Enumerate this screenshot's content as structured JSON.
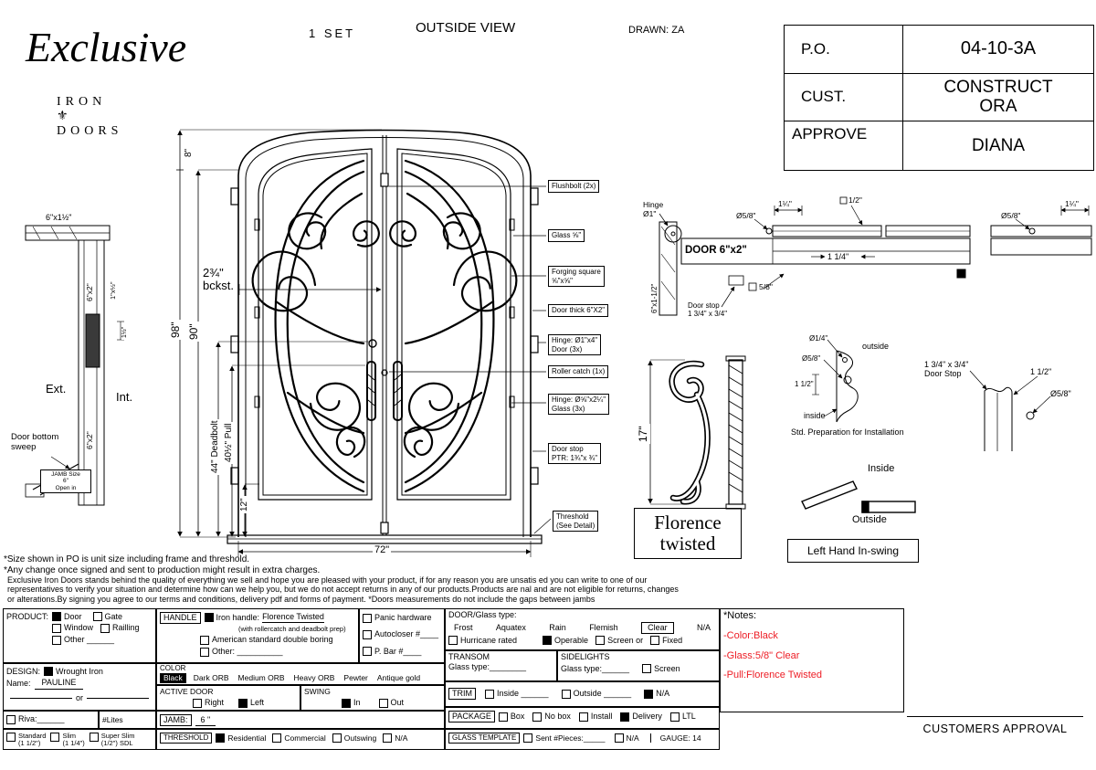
{
  "colors": {
    "ink": "#000000",
    "notes_red": "#ed1c24"
  },
  "header": {
    "logo_script": "Exclusive",
    "logo_iron": "IRON",
    "logo_ornament": "⚜",
    "logo_doors": "DOORS",
    "set": "1  SET",
    "view": "OUTSIDE VIEW",
    "drawn": "DRAWN: ZA"
  },
  "po_table": {
    "rows": [
      {
        "label": "P.O.",
        "value": "04-10-3A"
      },
      {
        "label": "CUST.",
        "value": "CONSTRUCTORA"
      },
      {
        "label": "APPROVE",
        "value": "DIANA"
      }
    ]
  },
  "door": {
    "dim_8": "8\"",
    "dim_98": "98\"",
    "dim_90": "90\"",
    "dim_backset": "2¾\"\nbckst.",
    "dim_deadbolt": "44\" Deadbolt",
    "dim_pull": "40½\" Pull",
    "dim_12": "12\"",
    "dim_72": "72\"",
    "callouts": [
      {
        "text": "Flushbolt (2x)"
      },
      {
        "text": "Glass ⅝\""
      },
      {
        "text": "Forging square\n⅝\"x⅝\""
      },
      {
        "text": "Door thick 6\"X2\""
      },
      {
        "text": "Hinge: Ø1\"x4\"\nDoor (3x)"
      },
      {
        "text": "Roller catch (1x)"
      },
      {
        "text": "Hinge: Ø⅝\"x2¼\"\nGlass (3x)"
      },
      {
        "text": "Door stop\nPTR: 1¾\"x ¾\""
      },
      {
        "text": "Threshold\n(See Detail)"
      }
    ]
  },
  "side_view": {
    "top_label": "6\"x1½\"",
    "jamb_label_upper": "6\"x2\"",
    "jamb_label_lower": "6\"x2\"",
    "small_label": "1\"x½\"",
    "small_dim": "1½\"",
    "ext": "Ext.",
    "int": "Int.",
    "sweep": "Door bottom\nsweep",
    "jamb_size": "JAMB Size\n6\"\nOpen in"
  },
  "head_detail": {
    "hinge": "Hinge\nØ1\"",
    "door_size": "DOOR 6\"x2\"",
    "jamb_vertical": "6\"x1-1/2\"",
    "door_stop": "Door stop\n1 3/4\" x 3/4\"",
    "dia_58_left": "Ø5/8\"",
    "dim_114_left": "1¼\"",
    "sq_12": "1/2\"",
    "dim_114_center": "1 1/4\"",
    "sq_58": "5/8\"",
    "dia_58_right": "Ø5/8\"",
    "dim_114_right": "1¼\""
  },
  "handle": {
    "dim_17": "17\"",
    "name_line1": "Florence",
    "name_line2": "twisted"
  },
  "prep": {
    "dia_14": "Ø1/4\"",
    "outside": "outside",
    "dia_58": "Ø5/8\"",
    "dim_112": "1 1/2\"",
    "inside": "inside",
    "caption": "Std. Preparation for Installation"
  },
  "stop_detail": {
    "title": "1 3/4\" x 3/4\"\nDoor Stop",
    "dim_112": "1 1/2\"",
    "dia_58": "Ø5/8\""
  },
  "swing_diagram": {
    "inside": "Inside",
    "outside": "Outside",
    "label": "Left Hand In-swing"
  },
  "disclaimer": {
    "line1": "*Size shown in PO is unit size including frame and threshold.",
    "line2": "*Any change once signed and sent to production might result in extra charges.",
    "line3": "Exclusive Iron Doors stands behind the quality of everything we sell and hope you are pleased with your product, if for any reason you are unsatis ed you can write to one of our",
    "line4": "representatives to verify your situation and determine how can we help you, but we do not accept returns in any of our products.Products are  nal and are not eligible for returns, changes",
    "line5": "or alterations.By signing you agree to our terms and conditions, delivery pdf and forms of payment. *Doors measurements do not include the gaps between jambs"
  },
  "form": {
    "product": {
      "label": "PRODUCT:",
      "options": [
        {
          "label": "Door",
          "checked": true
        },
        {
          "label": "Gate",
          "checked": false
        },
        {
          "label": "Window",
          "checked": false
        },
        {
          "label": "Railling",
          "checked": false
        },
        {
          "label": "Other ______",
          "checked": false
        }
      ]
    },
    "handle": {
      "label": "HANDLE",
      "iron_checked": true,
      "iron_label": "Iron handle:",
      "iron_value": "Florence Twisted",
      "iron_sub": "(with rollercatch and deadbolt prep)",
      "american": {
        "label": "American standard double boring",
        "checked": false
      },
      "other": {
        "label": "Other: __________",
        "checked": false
      }
    },
    "hardware": [
      {
        "label": "Panic hardware",
        "checked": false
      },
      {
        "label": "Autocloser #____",
        "checked": false
      },
      {
        "label": "P. Bar #____",
        "checked": false
      }
    ],
    "glass": {
      "label": "DOOR/Glass type:",
      "types": [
        "Frost",
        "Aquatex",
        "Rain",
        "Flemish",
        "Clear",
        "N/A"
      ],
      "hurricane": {
        "label": "Hurricane rated",
        "checked": false
      },
      "operable": {
        "label": "Operable",
        "checked": true
      },
      "screen_or": {
        "label": "Screen or",
        "checked": false
      },
      "fixed": {
        "label": "Fixed",
        "checked": false
      }
    },
    "design": {
      "label": "DESIGN:",
      "wrought": {
        "label": "Wrought Iron",
        "checked": true
      },
      "name_label": "Name:",
      "name_value": "PAULINE",
      "or": "or",
      "riva": {
        "label": "Riva:______",
        "checked": false
      },
      "lites": "#Lites"
    },
    "color": {
      "label": "COLOR",
      "selected": "Black",
      "options": [
        "Dark ORB",
        "Medium ORB",
        "Heavy ORB",
        "Pewter",
        "Antique gold"
      ]
    },
    "active_door": {
      "label": "ACTIVE DOOR",
      "right": {
        "label": "Right",
        "checked": false
      },
      "left": {
        "label": "Left",
        "checked": true
      }
    },
    "swing": {
      "label": "SWING",
      "in": {
        "label": "In",
        "checked": true
      },
      "out": {
        "label": "Out",
        "checked": false
      }
    },
    "transom": {
      "label": "TRANSOM",
      "glass_type": "Glass type:________"
    },
    "sidelights": {
      "label": "SIDELIGHTS",
      "glass_type": "Glass type:______",
      "screen": {
        "label": "Screen",
        "checked": false
      }
    },
    "trim": {
      "label": "TRIM",
      "inside": {
        "label": "Inside ______",
        "checked": false
      },
      "outside": {
        "label": "Outside ______",
        "checked": false
      },
      "na": {
        "label": "N/A",
        "checked": true
      }
    },
    "sdl": [
      {
        "label": "Standard\n(1 1/2\")",
        "checked": false
      },
      {
        "label": "Slim\n(1 1/4\")",
        "checked": false
      },
      {
        "label": "Super Slim\n(1/2\") SDL",
        "checked": false
      }
    ],
    "jamb": {
      "label": "JAMB:",
      "value": "6 \""
    },
    "threshold": {
      "label": "THRESHOLD",
      "options": [
        {
          "label": "Residential",
          "checked": true
        },
        {
          "label": "Commercial",
          "checked": false
        },
        {
          "label": "Outswing",
          "checked": false
        },
        {
          "label": "N/A",
          "checked": false
        }
      ]
    },
    "package": {
      "label": "PACKAGE",
      "options": [
        {
          "label": "Box",
          "checked": false
        },
        {
          "label": "No box",
          "checked": false
        },
        {
          "label": "Install",
          "checked": false
        },
        {
          "label": "Delivery",
          "checked": true
        },
        {
          "label": "LTL",
          "checked": false
        }
      ]
    },
    "glass_template": {
      "label": "GLASS TEMPLATE",
      "sent": {
        "label": "Sent #Pieces:_____",
        "checked": false
      },
      "na": {
        "label": "N/A",
        "checked": false
      },
      "gauge": "GAUGE: 14"
    }
  },
  "notes": {
    "title": "*Notes:",
    "lines": [
      "-Color:Black",
      "-Glass:5/8\" Clear",
      "-Pull:Florence Twisted"
    ]
  },
  "approval": "CUSTOMERS APPROVAL"
}
